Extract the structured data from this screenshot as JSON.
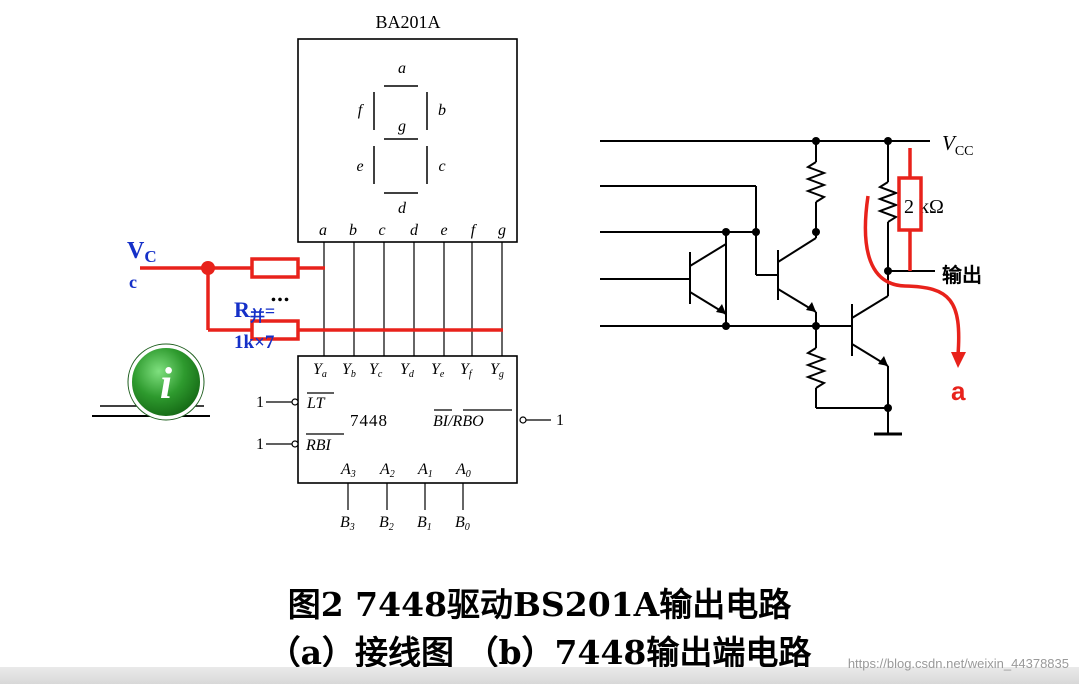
{
  "display": {
    "model": "BA201A",
    "segments": [
      "a",
      "b",
      "c",
      "d",
      "e",
      "f",
      "g"
    ]
  },
  "decoder": {
    "chip": "7448",
    "outputs": [
      "a",
      "b",
      "c",
      "d",
      "e",
      "f",
      "g"
    ],
    "lt_label": "LT",
    "rbi_label": "RBI",
    "birbo_label": "BI/RBO",
    "level": "1",
    "inputs": [
      "A",
      "A",
      "A",
      "A"
    ],
    "input_subs": [
      "3",
      "2",
      "1",
      "0"
    ],
    "input_pins": [
      "B",
      "B",
      "B",
      "B"
    ],
    "pin_subs": [
      "3",
      "2",
      "1",
      "0"
    ]
  },
  "annotations": {
    "vcc": "V",
    "vcc_sub": "C",
    "vcc_tail": "c",
    "ellipsis": "…",
    "r_label": "R",
    "r_sub": "并",
    "r_eq": "=",
    "r_value": "1k×7"
  },
  "circuit_b": {
    "vcc": "V",
    "vcc_sub": "CC",
    "resistor": "2 kΩ",
    "output": "输出",
    "current_label": "a"
  },
  "caption": {
    "line1": "图2  7448驱动BS201A输出电路",
    "line2": "（a）接线图  （b）7448输出端电路"
  },
  "watermark": "https://blog.csdn.net/weixin_44378835",
  "colors": {
    "annotation_red": "#e8221b",
    "annotation_blue": "#1530c8",
    "info_green": "#2e9a2e"
  },
  "icon": "info-icon"
}
